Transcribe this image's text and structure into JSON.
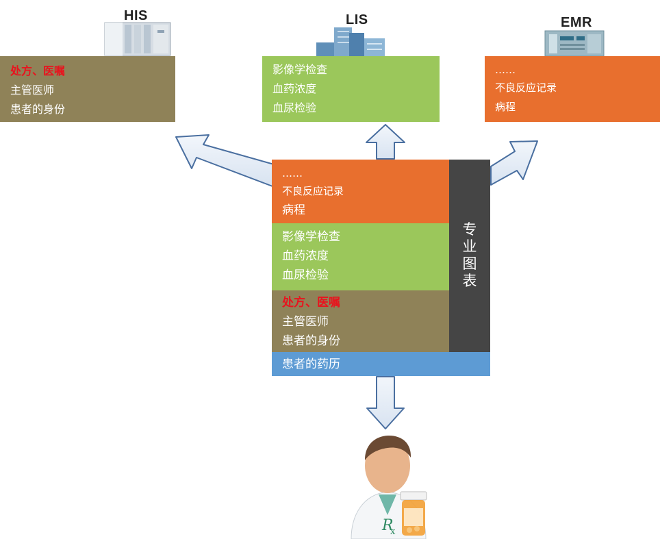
{
  "systems": {
    "his": {
      "title": "HIS",
      "lines": [
        "处方、医嘱",
        "主管医师",
        "患者的身份"
      ]
    },
    "lis": {
      "title": "LIS",
      "lines": [
        "影像学检查",
        "血药浓度",
        "血尿检验"
      ]
    },
    "emr": {
      "title": "EMR",
      "lines": [
        "……",
        "不良反应记录",
        "病程"
      ]
    }
  },
  "center": {
    "emr_block": [
      "……",
      "不良反应记录",
      "病程"
    ],
    "lis_block": [
      "影像学检查",
      "血药浓度",
      "血尿检验"
    ],
    "his_block": [
      "处方、医嘱",
      "主管医师",
      "患者的身份"
    ],
    "side_label": [
      "专",
      "业",
      "图",
      "表"
    ],
    "bottom_label": "患者的药历"
  },
  "colors": {
    "his": "#8f8258",
    "lis": "#9bc75b",
    "emr": "#e86f2e",
    "history": "#5d9bd4",
    "side": "#454545",
    "highlight_text": "#e8141e",
    "arrow_fill": "#e6edf7",
    "arrow_stroke": "#4a6fa0"
  },
  "icons": {
    "his": "hospital-building-icon",
    "lis": "lab-towers-icon",
    "emr": "server-machine-icon",
    "pharmacist": "pharmacist-icon"
  }
}
